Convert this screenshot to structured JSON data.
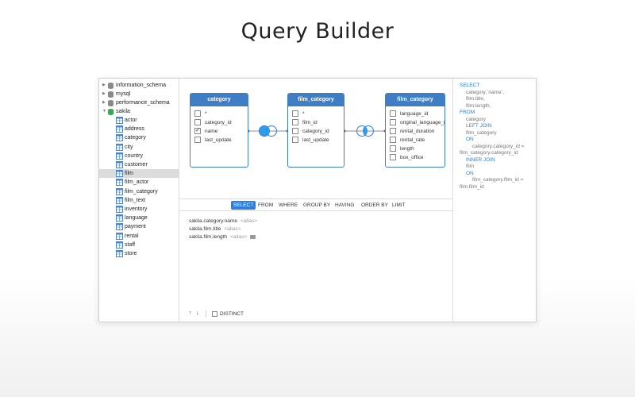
{
  "hero_title": "Query Builder",
  "colors": {
    "accent": "#2f7de0",
    "table_header": "#3f7ec4",
    "selected_row": "#dcdcdc",
    "db_icon_gray": "#8a8a8a",
    "db_icon_green": "#3aa655",
    "table_icon": "#4a86c8"
  },
  "sidebar": {
    "databases": [
      {
        "label": "information_schema",
        "expanded": false
      },
      {
        "label": "mysql",
        "expanded": false
      },
      {
        "label": "performance_schema",
        "expanded": false
      },
      {
        "label": "sakila",
        "expanded": true
      }
    ],
    "tables": [
      "actor",
      "address",
      "category",
      "city",
      "country",
      "customer",
      "film",
      "film_actor",
      "film_category",
      "film_text",
      "inventory",
      "language",
      "payment",
      "rental",
      "staff",
      "store"
    ],
    "selected_table": "film"
  },
  "diagram": {
    "tables": [
      {
        "name": "category",
        "fields": [
          {
            "label": "*",
            "checked": false
          },
          {
            "label": "category_id",
            "checked": false
          },
          {
            "label": "name",
            "checked": true
          },
          {
            "label": "last_update",
            "checked": false
          }
        ]
      },
      {
        "name": "film_category",
        "fields": [
          {
            "label": "*",
            "checked": false
          },
          {
            "label": "film_id",
            "checked": false
          },
          {
            "label": "category_id",
            "checked": false
          },
          {
            "label": "last_update",
            "checked": false
          }
        ]
      },
      {
        "name": "film_category",
        "fields": [
          {
            "label": "language_id",
            "checked": false
          },
          {
            "label": "original_language_id",
            "checked": false
          },
          {
            "label": "rental_duration",
            "checked": false
          },
          {
            "label": "rental_rate",
            "checked": false
          },
          {
            "label": "length",
            "checked": false
          },
          {
            "label": "box_office",
            "checked": false
          }
        ]
      }
    ],
    "joins": [
      {
        "type": "left"
      },
      {
        "type": "inner"
      }
    ]
  },
  "tabs": [
    "SELECT",
    "FROM",
    "WHERE",
    "GROUP BY",
    "HAVING",
    "ORDER BY",
    "LIMIT"
  ],
  "active_tab": "SELECT",
  "select_rows": [
    {
      "expr": "sakila.category.name",
      "alias": "<alias>"
    },
    {
      "expr": "sakila.film.title",
      "alias": "<alias>"
    },
    {
      "expr": "sakila.film.length",
      "alias": "<alias>"
    }
  ],
  "bottom": {
    "up": "↑",
    "down": "↓",
    "distinct_label": "DISTINCT"
  },
  "sql": {
    "select_kw": "SELECT",
    "col1": "category.`name`,",
    "col2": "film.title,",
    "col3": "film.length,",
    "from_kw": "FROM",
    "from_table": "category",
    "left_join_kw": "LEFT JOIN",
    "join1_table": "film_category",
    "on1_kw": "ON",
    "on1_cond": "category.category_id = film_category.category_id",
    "inner_join_kw": "INNER JOIN",
    "join2_table": "film",
    "on2_kw": "ON",
    "on2_cond": "film_category.film_id = film.film_id"
  }
}
